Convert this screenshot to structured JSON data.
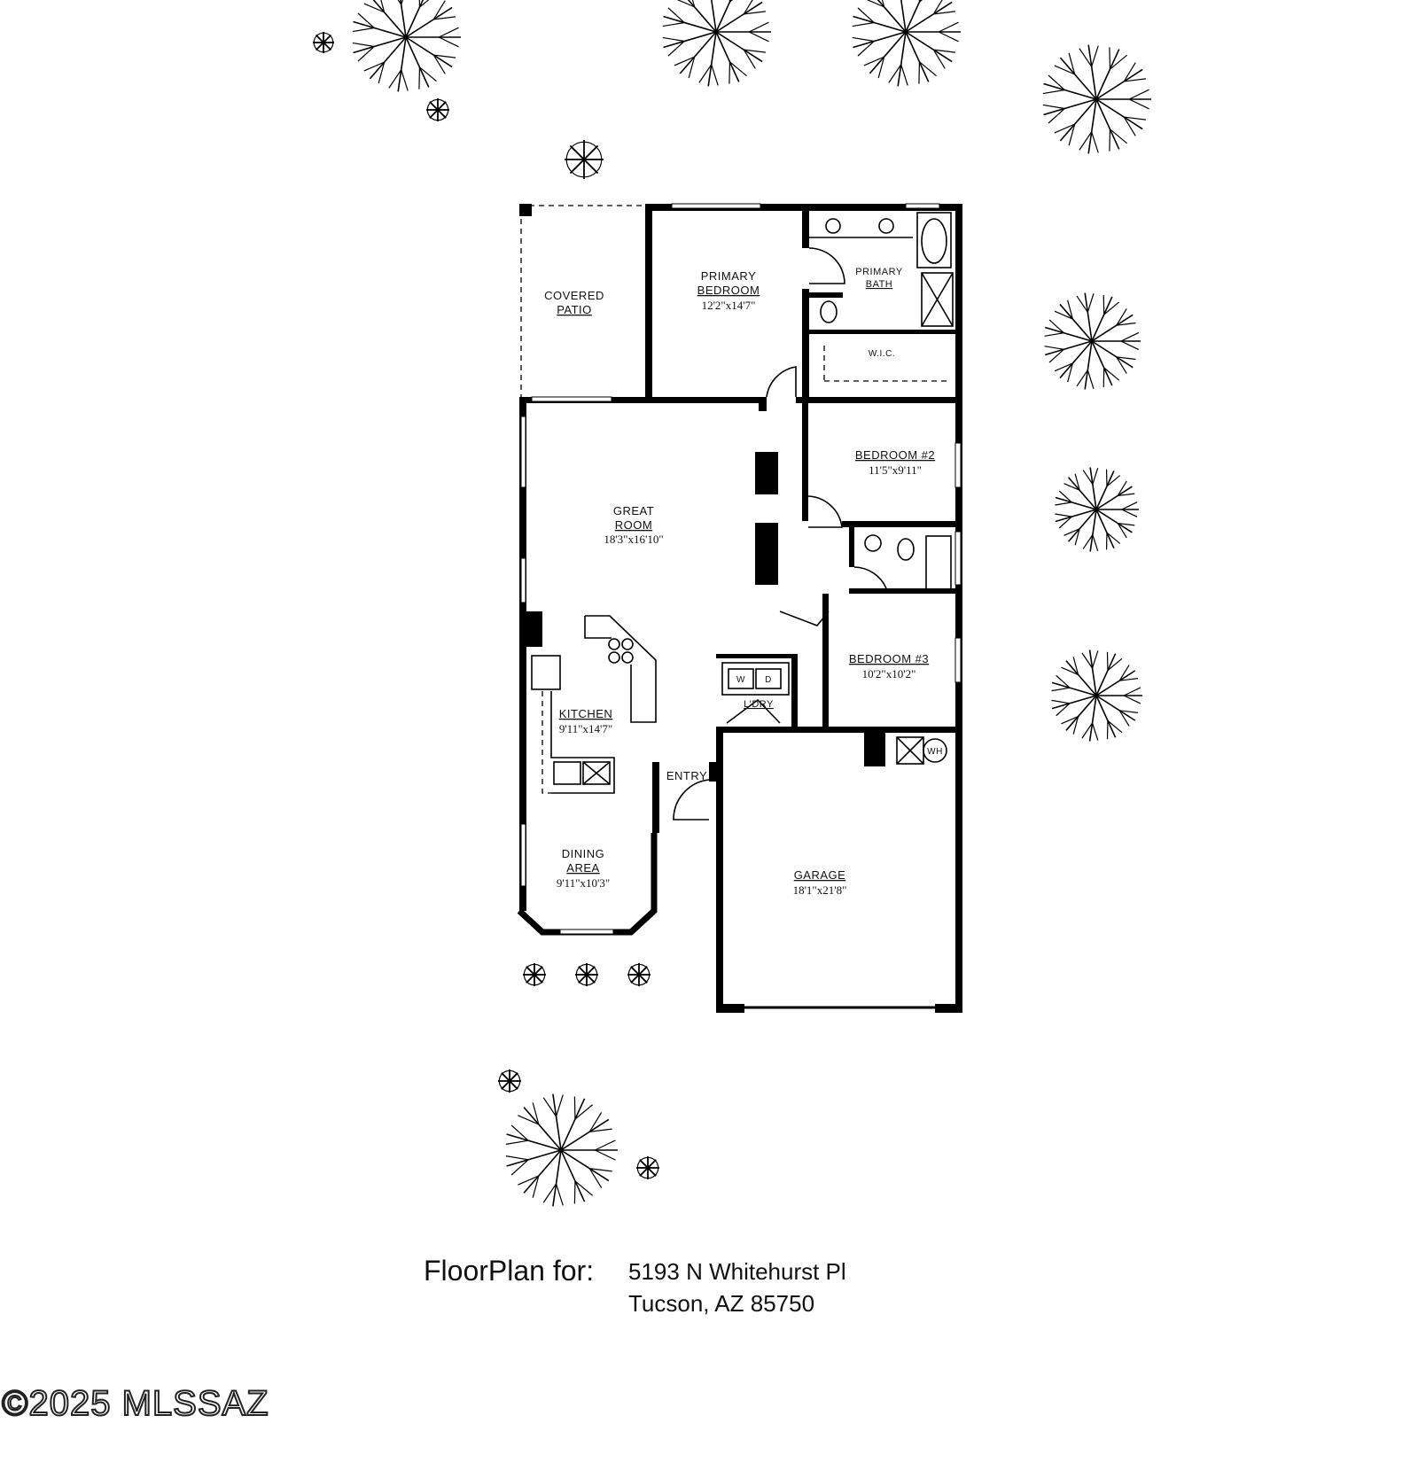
{
  "plan": {
    "rooms": {
      "covered_patio": {
        "line1": "COVERED",
        "line2": "PATIO"
      },
      "primary_bedroom": {
        "line1": "PRIMARY",
        "line2": "BEDROOM",
        "dim": "12'2\"x14'7\""
      },
      "primary_bath": {
        "line1": "PRIMARY",
        "line2": "BATH"
      },
      "wic": {
        "label": "W.I.C."
      },
      "bedroom2": {
        "label": "BEDROOM #2",
        "dim": "11'5\"x9'11\""
      },
      "great_room": {
        "line1": "GREAT",
        "line2": "ROOM",
        "dim": "18'3\"x16'10\""
      },
      "bedroom3": {
        "label": "BEDROOM #3",
        "dim": "10'2\"x10'2\""
      },
      "kitchen": {
        "label": "KITCHEN",
        "dim": "9'11\"x14'7\""
      },
      "laundry": {
        "label": "L'DRY",
        "washer": "W",
        "dryer": "D"
      },
      "water_heater": {
        "label": "WH"
      },
      "entry": {
        "label": "ENTRY"
      },
      "dining": {
        "line1": "DINING",
        "line2": "AREA",
        "dim": "9'11\"x10'3\""
      },
      "garage": {
        "label": "GARAGE",
        "dim": "18'1\"x21'8\""
      }
    }
  },
  "caption": {
    "label": "FloorPlan for:",
    "address_line1": "5193 N Whitehurst Pl",
    "address_line2": "Tucson, AZ 85750"
  },
  "watermark": "©2025 MLSSAZ"
}
